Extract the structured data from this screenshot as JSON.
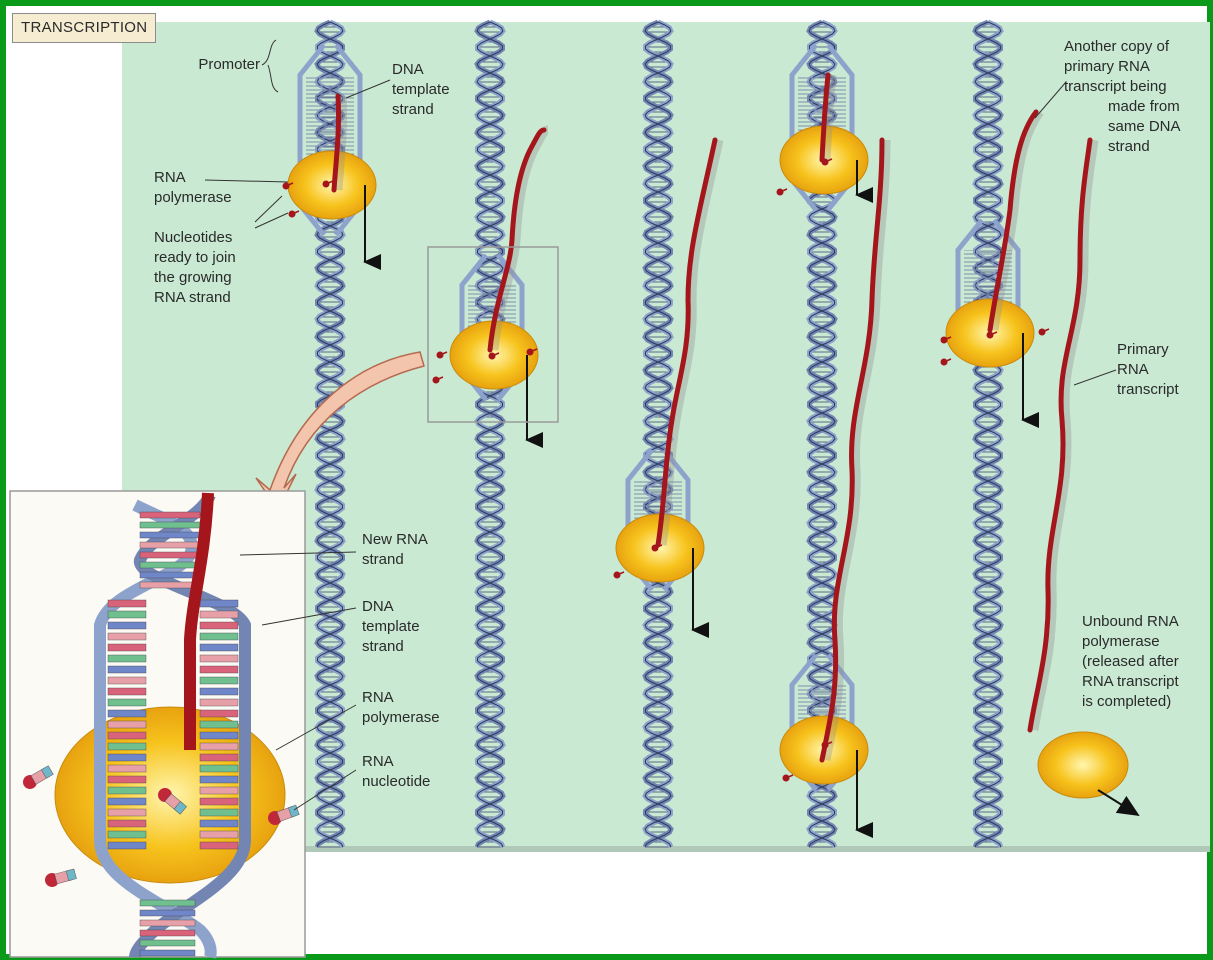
{
  "figure": {
    "title": "TRANSCRIPTION",
    "colors": {
      "frame": "#0a9a1a",
      "background_panel": "#c9e9d2",
      "dna_strand": "#8ea3cc",
      "rna_strand": "#a5161c",
      "polymerase": "#f5c21b",
      "inset_background": "#fbfaf5"
    }
  },
  "labels": {
    "promoter": "Promoter",
    "dna_template_top": "DNA\ntemplate\nstrand",
    "rna_polymerase_top": "RNA\npolymerase",
    "nucleotides_ready": "Nucleotides\nready to join\nthe growing\nRNA strand",
    "another_copy_line1": "Another copy of\nprimary RNA\ntranscript being",
    "another_copy_line2": "made from\nsame DNA\nstrand",
    "primary_transcript": "Primary\nRNA\ntranscript",
    "new_rna_strand": "New RNA\nstrand",
    "dna_template_inset": "DNA\ntemplate\nstrand",
    "rna_polymerase_inset": "RNA\npolymerase",
    "rna_nucleotide": "RNA\nnucleotide",
    "unbound_polymerase": "Unbound RNA\npolymerase\n(released after\nRNA transcript\nis completed)"
  }
}
